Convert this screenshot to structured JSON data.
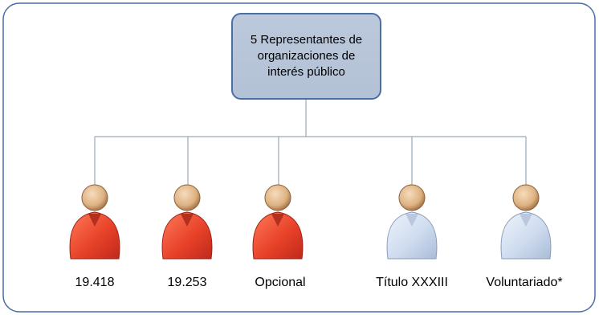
{
  "root": {
    "text": "5 Representantes de organizaciones de interés público"
  },
  "members": [
    {
      "label": "19.418",
      "color": "red",
      "icon": "person-icon"
    },
    {
      "label": "19.253",
      "color": "red",
      "icon": "person-icon"
    },
    {
      "label": "Opcional",
      "color": "red",
      "icon": "person-icon"
    },
    {
      "label": "Título XXXIII",
      "color": "light-blue",
      "icon": "person-icon"
    },
    {
      "label": "Voluntariado*",
      "color": "light-blue",
      "icon": "person-icon"
    }
  ],
  "colors": {
    "border": "#4a6fa5",
    "connector": "#9aa6b8",
    "red_body": "#e8432a",
    "blue_body": "#cfdcef",
    "head": "#e3b98a"
  }
}
